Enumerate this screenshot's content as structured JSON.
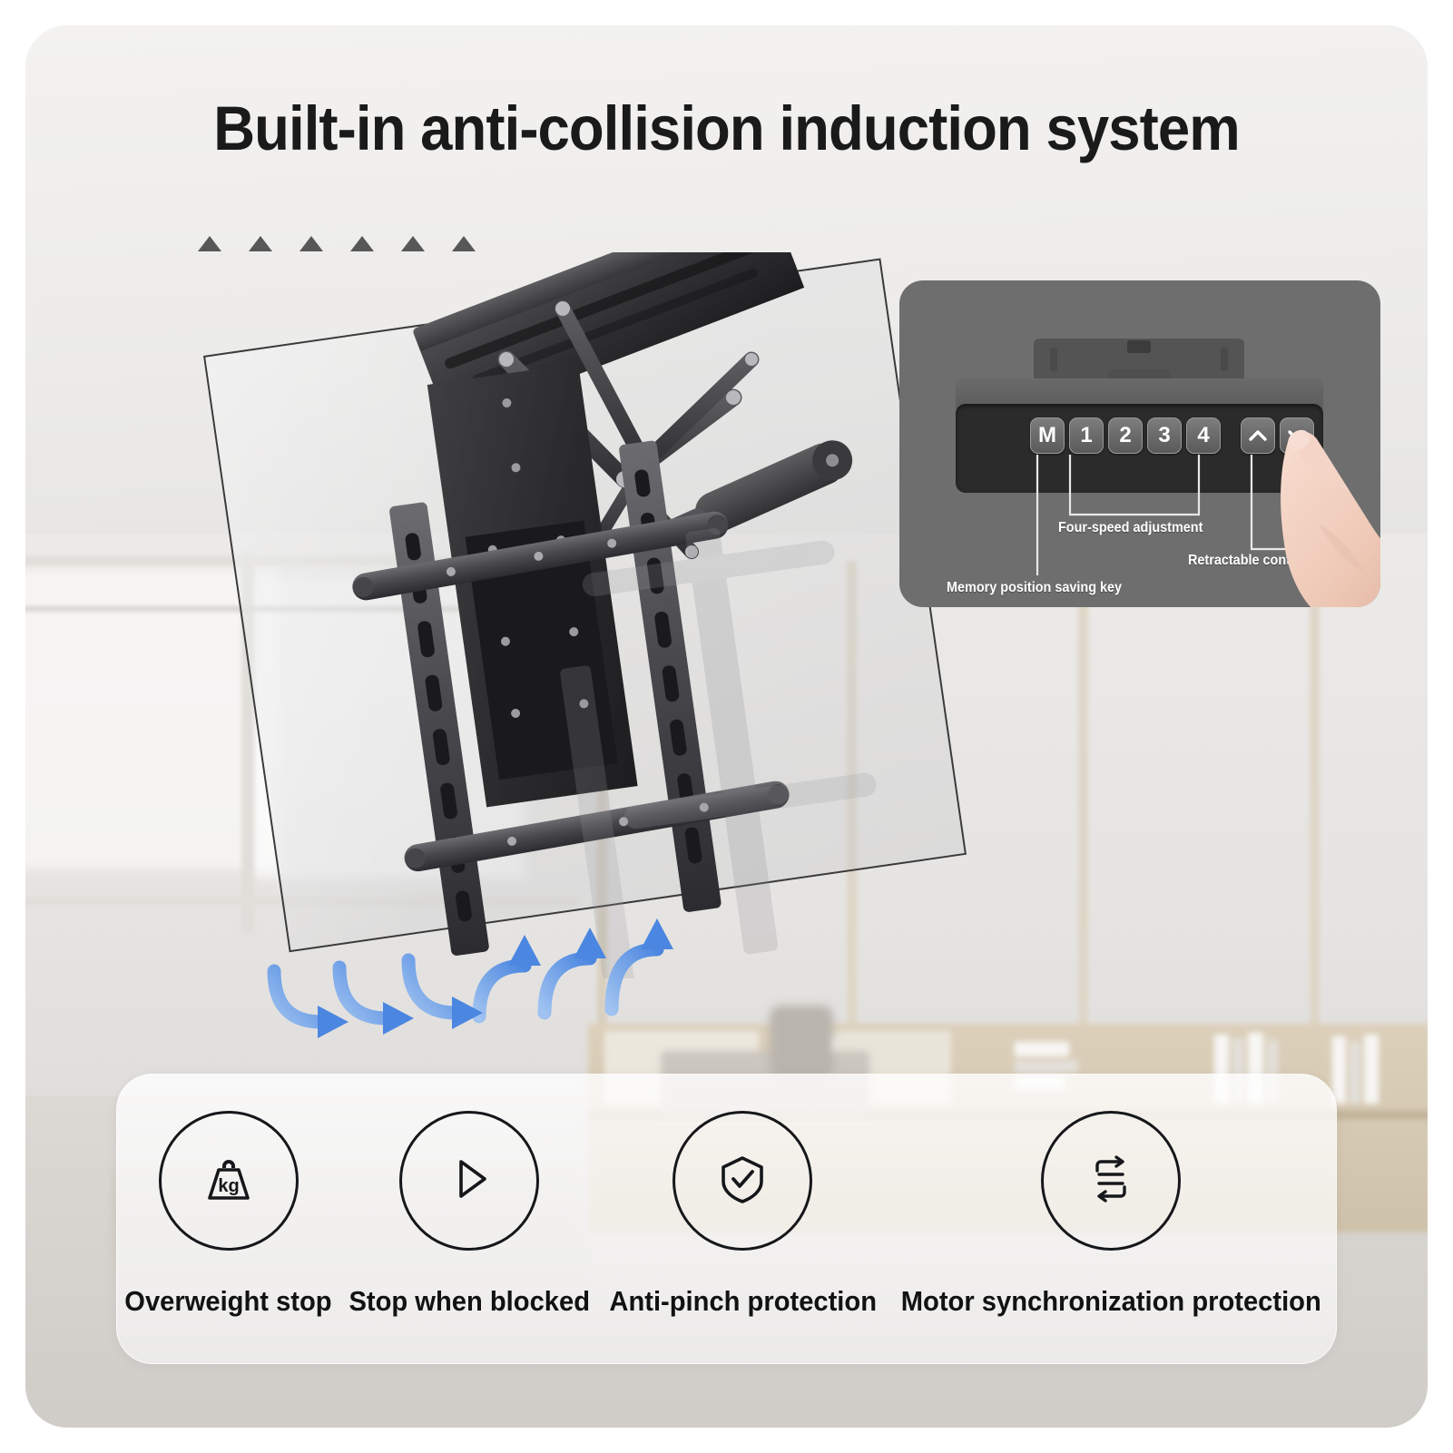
{
  "heading": "Built-in anti-collision induction system",
  "decor": {
    "triangle_count": 6,
    "triangle_color": "#575757",
    "arrow_color": "#5b93e8"
  },
  "control_panel": {
    "keys": [
      {
        "label": "M",
        "name": "memory-key"
      },
      {
        "label": "1",
        "name": "speed-1-key"
      },
      {
        "label": "2",
        "name": "speed-2-key"
      },
      {
        "label": "3",
        "name": "speed-3-key"
      },
      {
        "label": "4",
        "name": "speed-4-key"
      },
      {
        "label": "^",
        "name": "up-key"
      },
      {
        "label": "v",
        "name": "down-key"
      }
    ],
    "callouts": {
      "four_speed": "Four-speed adjustment",
      "retractable": "Retractable control key",
      "memory": "Memory position saving key"
    },
    "panel_color": "#6e6e6e",
    "face_color": "#2c2b2b"
  },
  "features": [
    {
      "icon": "weight-kg-icon",
      "label": "Overweight stop"
    },
    {
      "icon": "play-triangle-icon",
      "label": "Stop when blocked"
    },
    {
      "icon": "shield-check-icon",
      "label": "Anti-pinch protection"
    },
    {
      "icon": "sync-arrows-icon",
      "label": "Motor synchronization protection"
    }
  ]
}
